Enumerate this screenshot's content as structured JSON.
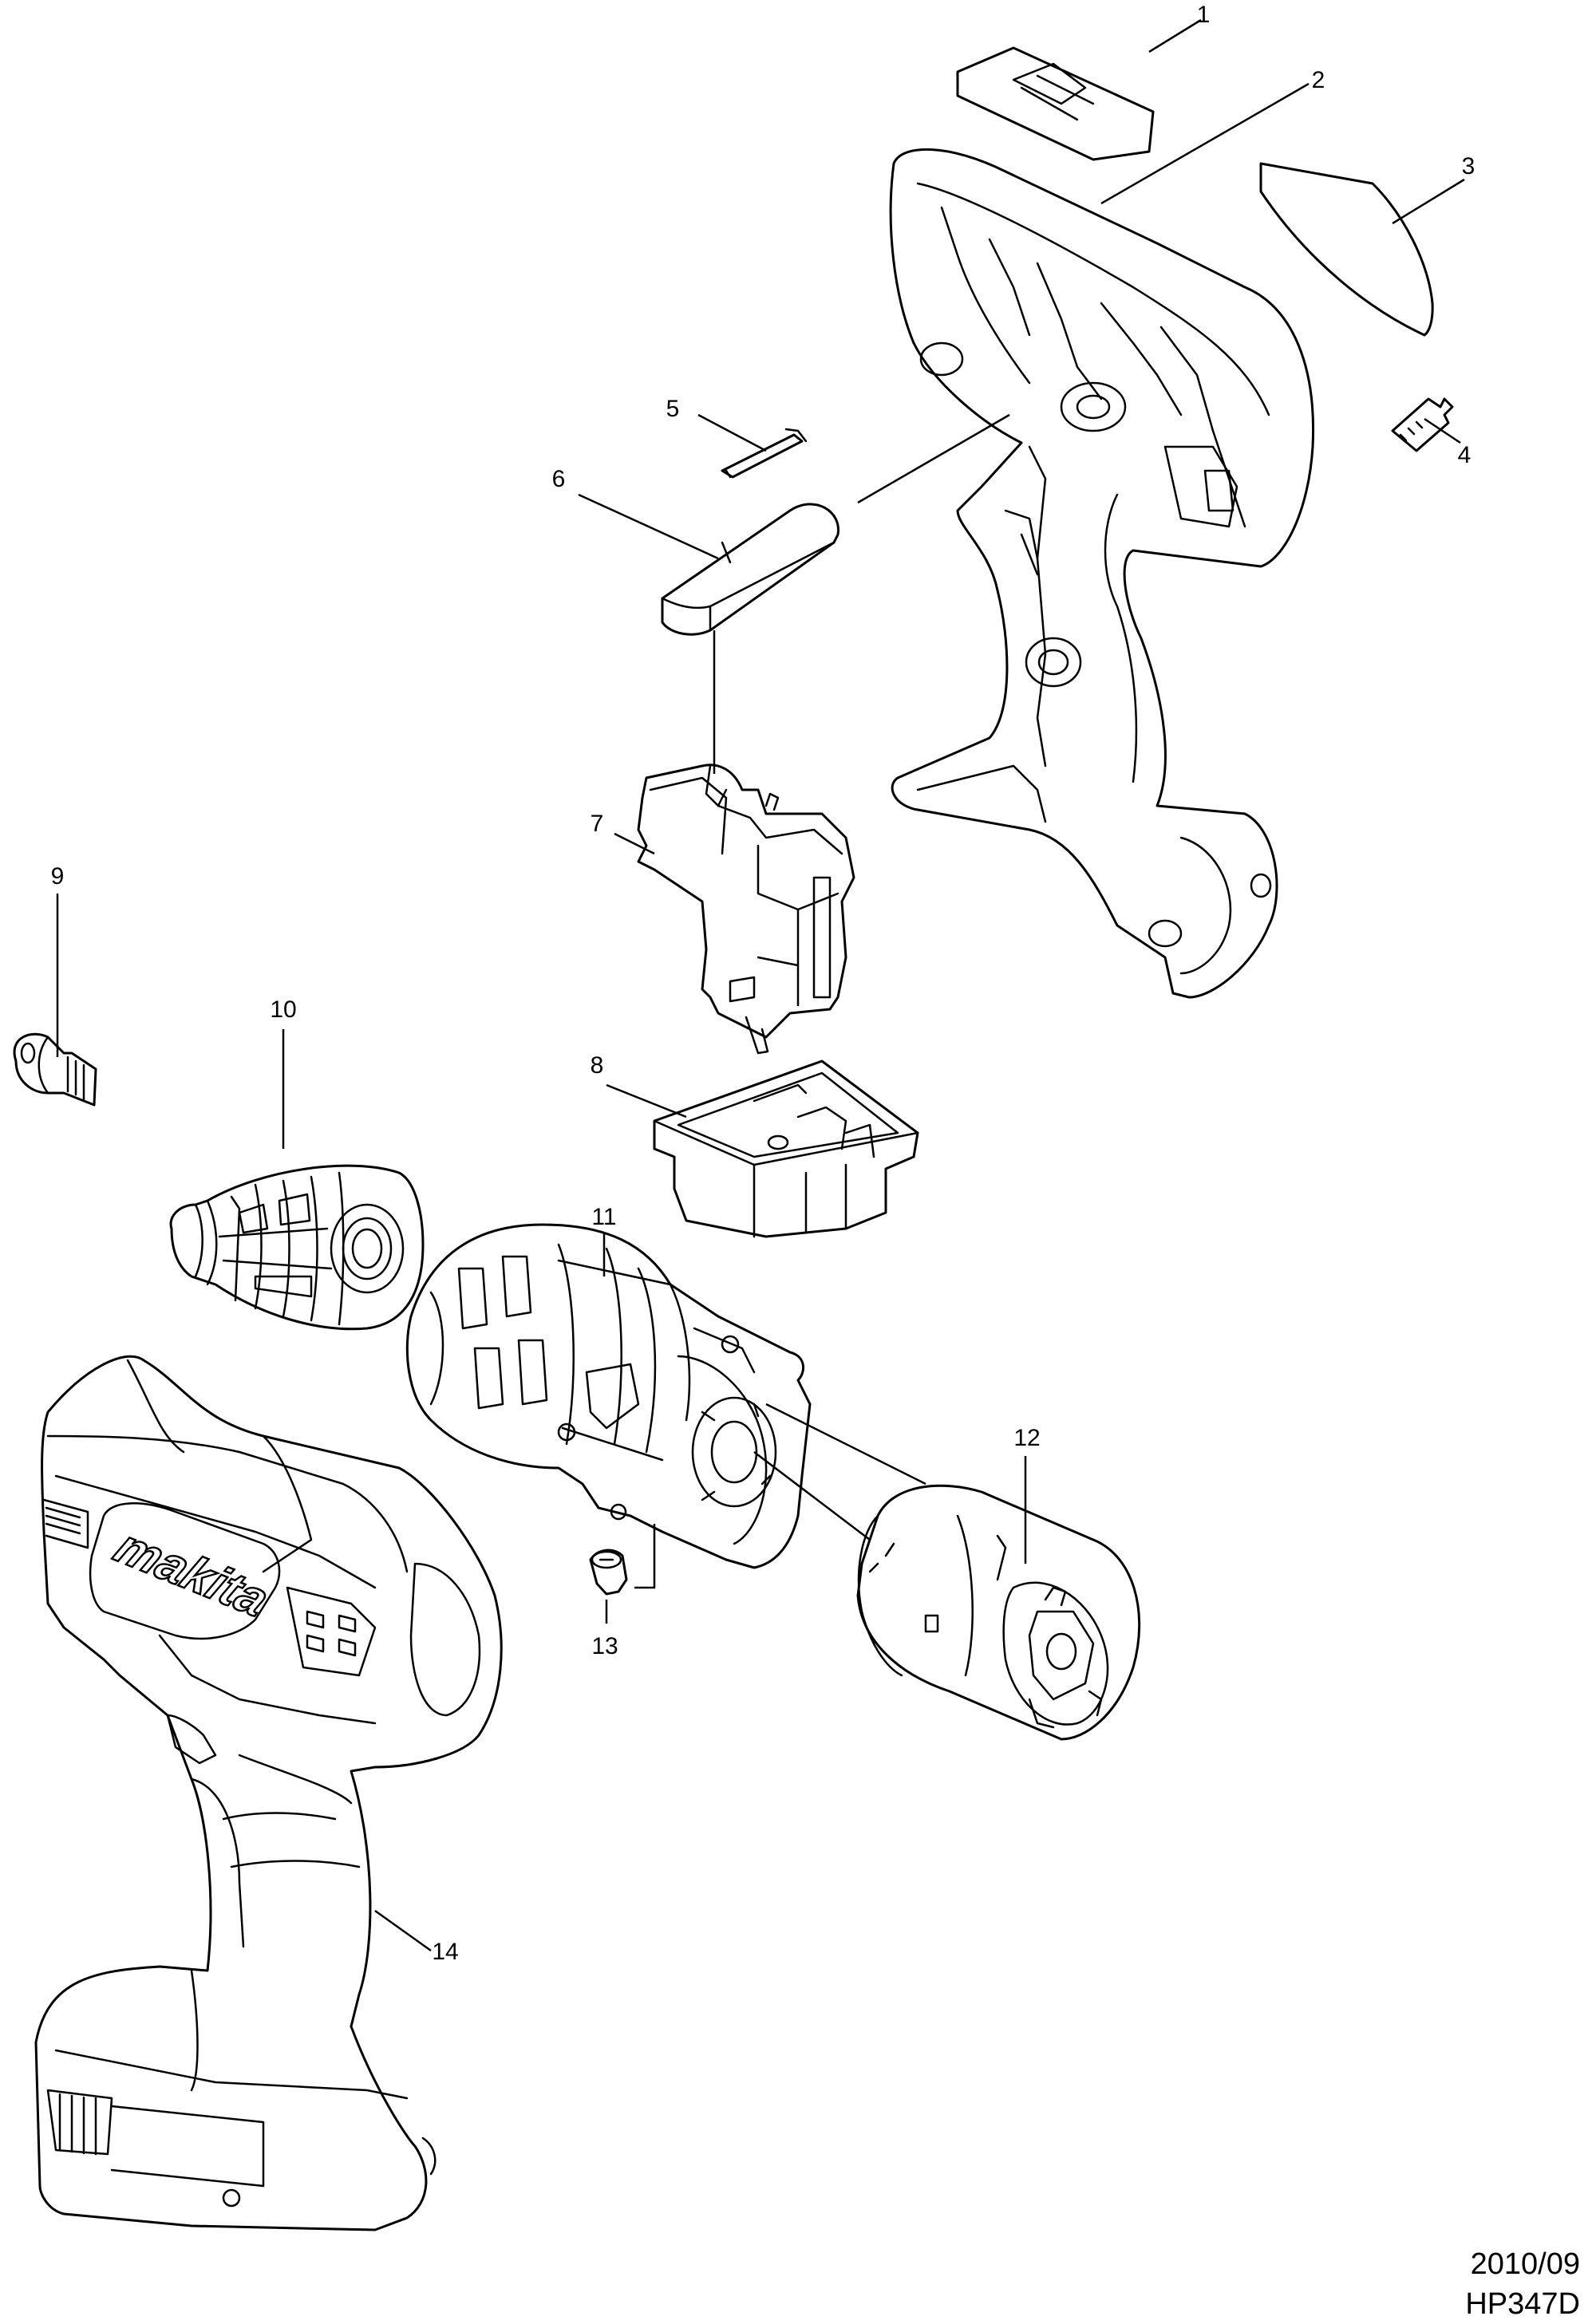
{
  "diagram": {
    "callouts": [
      "1",
      "2",
      "3",
      "4",
      "5",
      "6",
      "7",
      "8",
      "9",
      "10",
      "11",
      "12",
      "13",
      "14"
    ],
    "logo": "makita",
    "footer": {
      "date": "2010/09",
      "model": "HP347D"
    }
  }
}
